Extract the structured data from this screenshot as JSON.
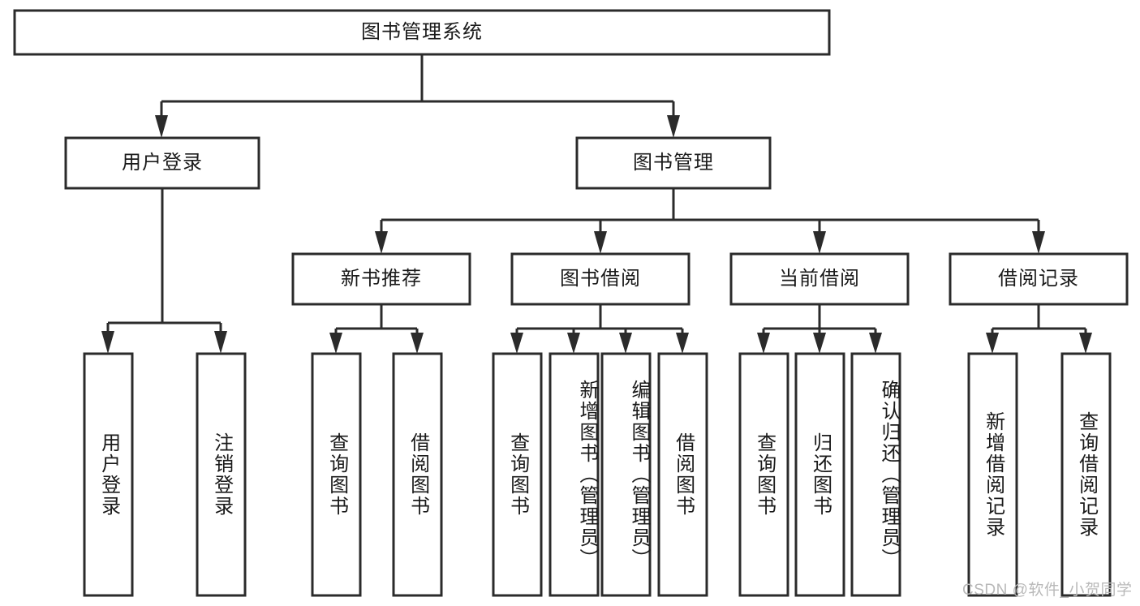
{
  "diagram": {
    "type": "tree-hierarchy-chart",
    "title": "图书管理系统",
    "root": {
      "id": "root",
      "label": "图书管理系统"
    },
    "level2": [
      {
        "id": "user-login",
        "label": "用户登录"
      },
      {
        "id": "book-management",
        "label": "图书管理"
      }
    ],
    "level3": [
      {
        "id": "new-book-recommend",
        "label": "新书推荐",
        "parent": "book-management"
      },
      {
        "id": "book-borrow",
        "label": "图书借阅",
        "parent": "book-management"
      },
      {
        "id": "current-borrow",
        "label": "当前借阅",
        "parent": "book-management"
      },
      {
        "id": "borrow-record",
        "label": "借阅记录",
        "parent": "book-management"
      }
    ],
    "leaves": [
      {
        "id": "leaf-user-login",
        "label": "用户登录",
        "parent": "user-login"
      },
      {
        "id": "leaf-logout-login",
        "label": "注销登录",
        "parent": "user-login"
      },
      {
        "id": "leaf-query-book-1",
        "label": "查询图书",
        "parent": "new-book-recommend"
      },
      {
        "id": "leaf-borrow-book-1",
        "label": "借阅图书",
        "parent": "new-book-recommend"
      },
      {
        "id": "leaf-query-book-2",
        "label": "查询图书",
        "parent": "book-borrow"
      },
      {
        "id": "leaf-add-book",
        "label": "新增图书（管理员）",
        "parent": "book-borrow"
      },
      {
        "id": "leaf-edit-book",
        "label": "编辑图书（管理员）",
        "parent": "book-borrow"
      },
      {
        "id": "leaf-borrow-book-2",
        "label": "借阅图书",
        "parent": "book-borrow"
      },
      {
        "id": "leaf-query-book-3",
        "label": "查询图书",
        "parent": "current-borrow"
      },
      {
        "id": "leaf-return-book",
        "label": "归还图书",
        "parent": "current-borrow"
      },
      {
        "id": "leaf-confirm-return",
        "label": "确认归还（管理员）",
        "parent": "current-borrow"
      },
      {
        "id": "leaf-add-record",
        "label": "新增借阅记录",
        "parent": "borrow-record"
      },
      {
        "id": "leaf-query-record",
        "label": "查询借阅记录",
        "parent": "borrow-record"
      }
    ],
    "colors": {
      "box_stroke": "#2b2b2b",
      "box_fill": "#ffffff",
      "text": "#1a1a1a",
      "background": "#ffffff",
      "watermark": "#b9b9b9"
    }
  },
  "watermark": {
    "text": "CSDN @软件_小贺同学"
  }
}
